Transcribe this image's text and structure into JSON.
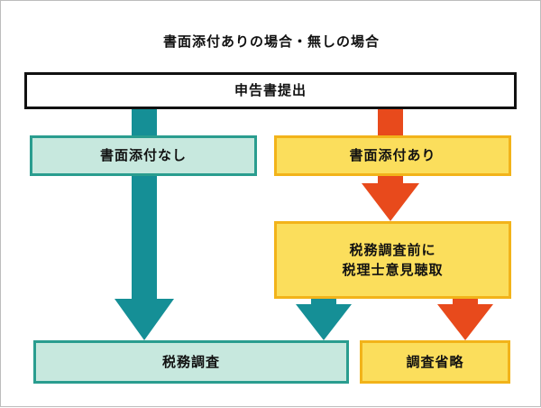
{
  "title": "書面添付ありの場合・無しの場合",
  "nodes": {
    "submit": "申告書提出",
    "no_attachment": "書面添付なし",
    "attachment": "書面添付あり",
    "pre_audit_line1": "税務調査前に",
    "pre_audit_line2": "税理士意見聴取",
    "audit": "税務調査",
    "audit_omitted": "調査省略"
  },
  "colors": {
    "teal": "#158f96",
    "teal_fill": "#c7e8de",
    "orange": "#e84a1c",
    "yellow_fill": "#fbde5c"
  }
}
